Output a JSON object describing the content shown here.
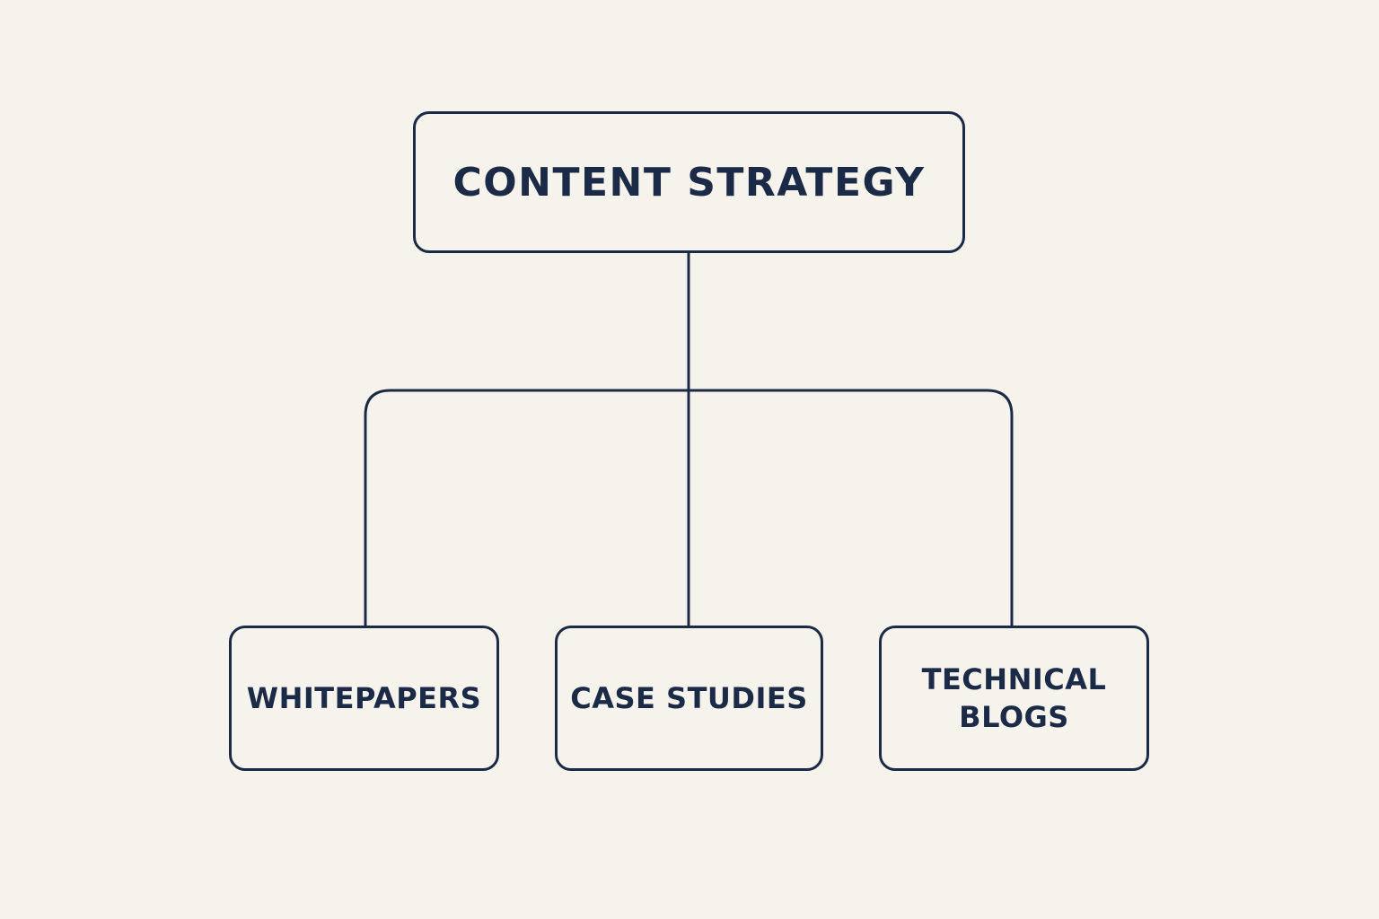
{
  "colors": {
    "background": "#f6f2ec",
    "stroke": "#1b2a47",
    "text": "#1b2a47"
  },
  "diagram": {
    "root": {
      "label": "CONTENT STRATEGY"
    },
    "children": [
      {
        "label": "WHITEPAPERS"
      },
      {
        "label": "CASE STUDIES"
      },
      {
        "label": "TECHNICAL\nBLOGS"
      }
    ]
  }
}
